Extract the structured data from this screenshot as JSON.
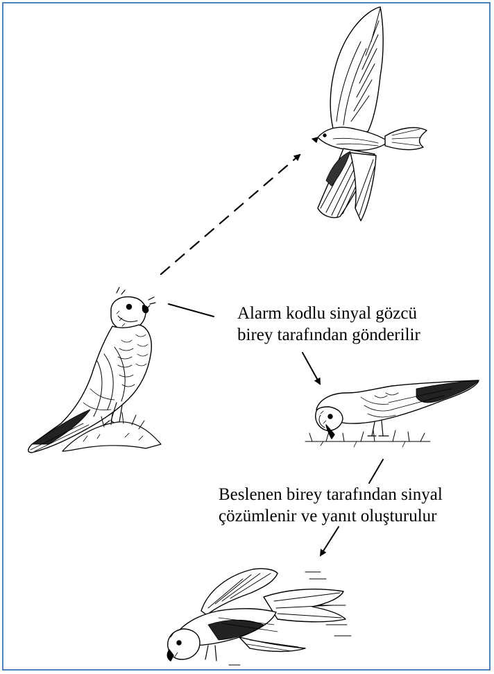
{
  "captions": {
    "alarm": {
      "line1": "Alarm kodlu sinyal gözcü",
      "line2": "birey tarafından gönderilir"
    },
    "response": {
      "line1": "Beslenen birey tarafından sinyal",
      "line2": "çözümlenir ve yanıt oluşturulur"
    }
  },
  "colors": {
    "frame_border": "#4f81bd",
    "ink": "#000000",
    "background": "#ffffff"
  }
}
